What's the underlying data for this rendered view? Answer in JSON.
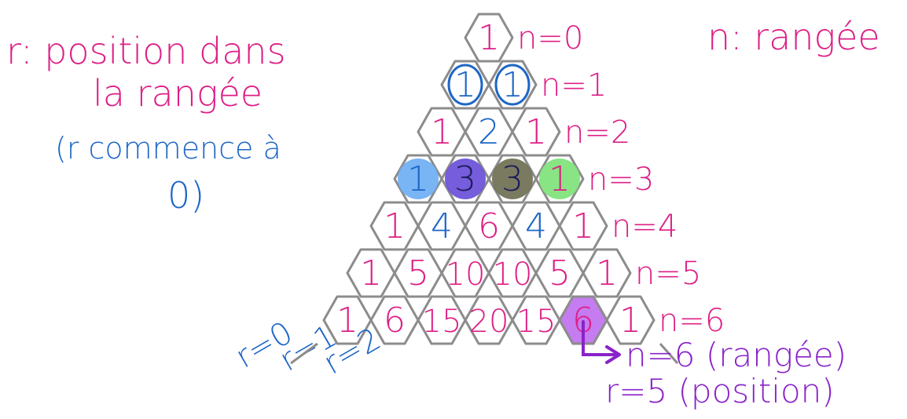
{
  "colors": {
    "pink": "#dd1f86",
    "blue": "#1d66c6",
    "purple": "#8a22c9",
    "hex_stroke": "#8c8c8c",
    "highlight_light_blue": "#6eaef4",
    "highlight_indigo": "#6a4fd8",
    "highlight_gray": "#6f6f52",
    "highlight_green": "#7fe27a",
    "highlight_violet": "#c57cf0"
  },
  "notes": {
    "left_line1": "r: position dans",
    "left_line2": "la rangée",
    "left_line3": "(r commence à",
    "left_line4": "0)",
    "right": "n: rangée",
    "example_line1": "n=6 (rangée)",
    "example_line2": "r=5 (position)"
  },
  "rows": [
    {
      "label": "n=0",
      "values": [
        "1"
      ]
    },
    {
      "label": "n=1",
      "values": [
        "1",
        "1"
      ]
    },
    {
      "label": "n=2",
      "values": [
        "1",
        "2",
        "1"
      ]
    },
    {
      "label": "n=3",
      "values": [
        "1",
        "3",
        "3",
        "1"
      ]
    },
    {
      "label": "n=4",
      "values": [
        "1",
        "4",
        "6",
        "4",
        "1"
      ]
    },
    {
      "label": "n=5",
      "values": [
        "1",
        "5",
        "10",
        "10",
        "5",
        "1"
      ]
    },
    {
      "label": "n=6",
      "values": [
        "1",
        "6",
        "15",
        "20",
        "15",
        "6",
        "1"
      ]
    }
  ],
  "r_labels": [
    "r=0",
    "r=1",
    "r=2"
  ]
}
